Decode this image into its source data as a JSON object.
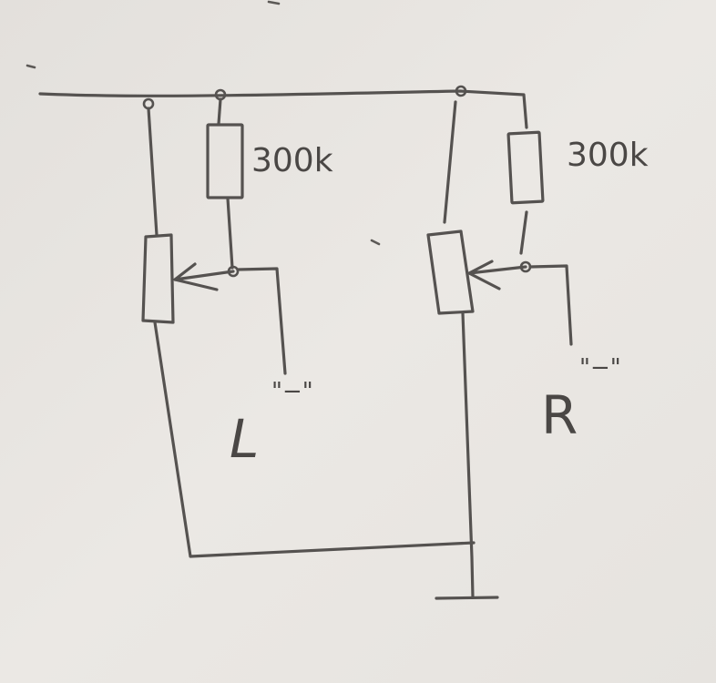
{
  "diagram": {
    "left_channel": {
      "resistor_label": "300k",
      "output_label": "L",
      "output_sign": "\"−\""
    },
    "right_channel": {
      "resistor_label": "300k",
      "output_label": "R",
      "output_sign": "\"−\""
    }
  }
}
